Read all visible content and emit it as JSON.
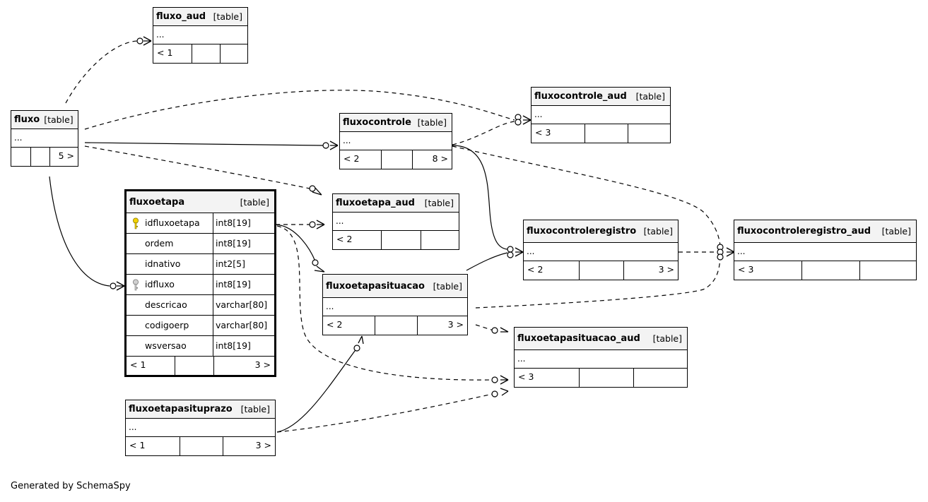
{
  "diagram": {
    "credit": "Generated by SchemaSpy",
    "type_label": "[table]",
    "ellipsis": "...",
    "tables": {
      "fluxo_aud": {
        "name": "fluxo_aud",
        "footer": [
          "< 1",
          "",
          ""
        ]
      },
      "fluxo": {
        "name": "fluxo",
        "footer": [
          "",
          "",
          "5 >"
        ]
      },
      "fluxocontrole": {
        "name": "fluxocontrole",
        "footer": [
          "< 2",
          "",
          "8 >"
        ]
      },
      "fluxocontrole_aud": {
        "name": "fluxocontrole_aud",
        "footer": [
          "< 3",
          "",
          ""
        ]
      },
      "fluxoetapa": {
        "name": "fluxoetapa",
        "columns": [
          {
            "name": "idfluxoetapa",
            "type": "int8[19]",
            "key": "primary"
          },
          {
            "name": "ordem",
            "type": "int8[19]",
            "key": ""
          },
          {
            "name": "idnativo",
            "type": "int2[5]",
            "key": ""
          },
          {
            "name": "idfluxo",
            "type": "int8[19]",
            "key": "foreign"
          },
          {
            "name": "descricao",
            "type": "varchar[80]",
            "key": ""
          },
          {
            "name": "codigoerp",
            "type": "varchar[80]",
            "key": ""
          },
          {
            "name": "wsversao",
            "type": "int8[19]",
            "key": ""
          }
        ],
        "footer": [
          "< 1",
          "",
          "3 >"
        ]
      },
      "fluxoetapa_aud": {
        "name": "fluxoetapa_aud",
        "footer": [
          "< 2",
          "",
          ""
        ]
      },
      "fluxoetapasituacao": {
        "name": "fluxoetapasituacao",
        "footer": [
          "< 2",
          "",
          "3 >"
        ]
      },
      "fluxoetapasituprazo": {
        "name": "fluxoetapasituprazo",
        "footer": [
          "< 1",
          "",
          "3 >"
        ]
      },
      "fluxocontroleregistro": {
        "name": "fluxocontroleregistro",
        "footer": [
          "< 2",
          "",
          "3 >"
        ]
      },
      "fluxocontroleregistro_aud": {
        "name": "fluxocontroleregistro_aud",
        "footer": [
          "< 3",
          "",
          ""
        ]
      },
      "fluxoetapasituacao_aud": {
        "name": "fluxoetapasituacao_aud",
        "footer": [
          "< 3",
          "",
          ""
        ]
      }
    },
    "relationships": [
      {
        "from": "fluxo",
        "to": "fluxo_aud",
        "style": "dashed"
      },
      {
        "from": "fluxo",
        "to": "fluxocontrole_aud",
        "style": "dashed"
      },
      {
        "from": "fluxo",
        "to": "fluxocontrole",
        "style": "solid"
      },
      {
        "from": "fluxo",
        "to": "fluxoetapa_aud",
        "style": "dashed"
      },
      {
        "from": "fluxo",
        "to": "fluxoetapa",
        "style": "solid"
      },
      {
        "from": "fluxocontrole",
        "to": "fluxocontrole_aud",
        "style": "dashed"
      },
      {
        "from": "fluxocontrole",
        "to": "fluxocontroleregistro",
        "style": "solid"
      },
      {
        "from": "fluxocontrole",
        "to": "fluxocontroleregistro_aud",
        "style": "dashed"
      },
      {
        "from": "fluxoetapa",
        "to": "fluxoetapa_aud",
        "style": "dashed"
      },
      {
        "from": "fluxoetapa",
        "to": "fluxoetapasituacao",
        "style": "solid"
      },
      {
        "from": "fluxoetapa",
        "to": "fluxoetapasituacao_aud",
        "style": "dashed"
      },
      {
        "from": "fluxoetapasituacao",
        "to": "fluxocontroleregistro",
        "style": "solid"
      },
      {
        "from": "fluxoetapasituacao",
        "to": "fluxocontroleregistro_aud",
        "style": "dashed"
      },
      {
        "from": "fluxoetapasituacao",
        "to": "fluxoetapasituacao_aud",
        "style": "dashed"
      },
      {
        "from": "fluxocontroleregistro",
        "to": "fluxocontroleregistro_aud",
        "style": "dashed"
      },
      {
        "from": "fluxoetapasituprazo",
        "to": "fluxoetapasituacao",
        "style": "solid"
      },
      {
        "from": "fluxoetapasituprazo",
        "to": "fluxoetapasituacao_aud",
        "style": "dashed"
      }
    ]
  }
}
